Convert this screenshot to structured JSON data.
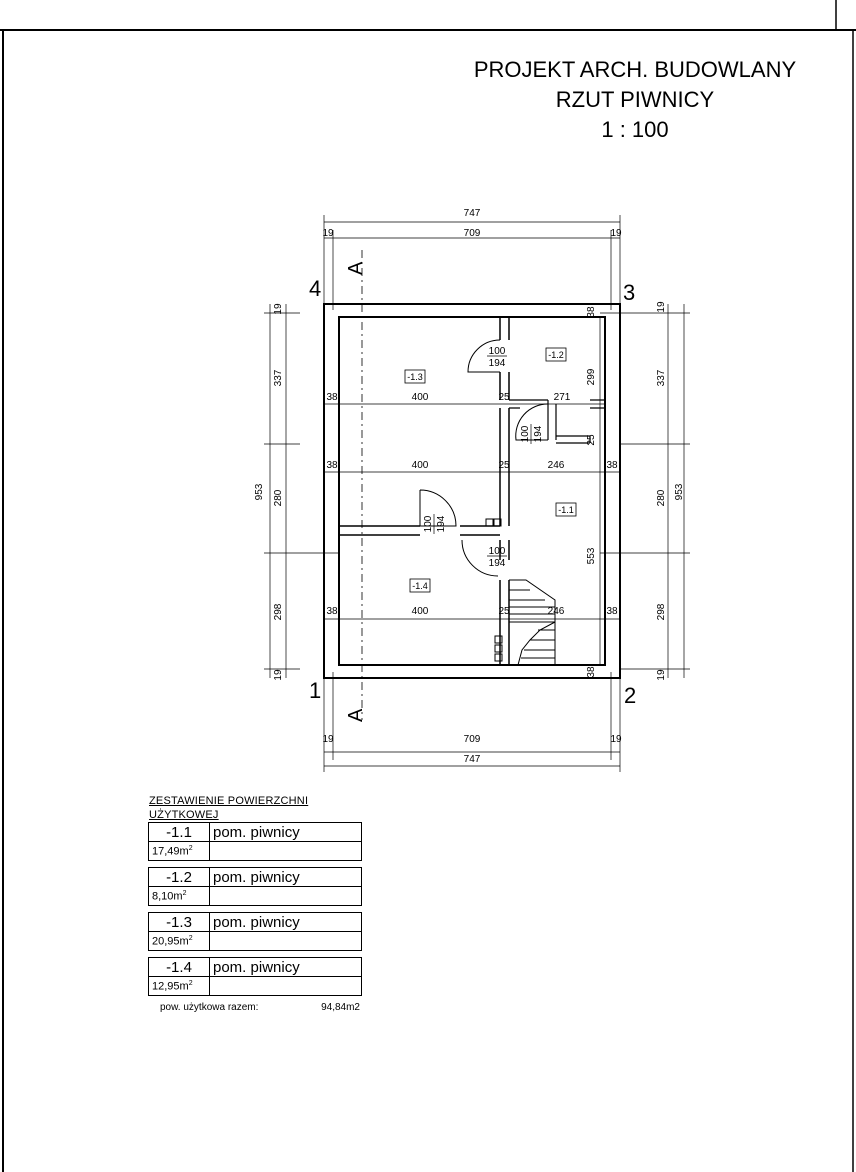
{
  "title": {
    "line1": "PROJEKT ARCH. BUDOWLANY",
    "line2": "RZUT PIWNICY",
    "scale": "1 : 100"
  },
  "grid_axes": {
    "a1": "1",
    "a2": "2",
    "a3": "3",
    "a4": "4"
  },
  "section_marks": {
    "top": "A",
    "bottom": "A"
  },
  "dimensions": {
    "top_total": "747",
    "top_inner": "709",
    "top_left": "19",
    "top_right": "19",
    "bottom_total": "747",
    "bottom_inner": "709",
    "bottom_left": "19",
    "bottom_right": "19",
    "left_total": "953",
    "left_top": "19",
    "left_a": "337",
    "left_b": "280",
    "left_c": "298",
    "left_bottom": "19",
    "right_total": "953",
    "right_top": "19",
    "right_a": "337",
    "right_b": "280",
    "right_c": "298",
    "right_bottom": "19",
    "row1_l": "38",
    "row1_m": "400",
    "row1_w": "25",
    "row1_r": "271",
    "row2_l": "38",
    "row2_m": "400",
    "row2_w": "25",
    "row2_r": "246",
    "row2_rr": "38",
    "row3_l": "38",
    "row3_m": "400",
    "row3_w": "25",
    "row3_r": "246",
    "row3_rr": "38",
    "v_299": "299",
    "v_553": "553",
    "v_38a": "38",
    "v_38b": "38",
    "v_25": "25"
  },
  "doors": [
    {
      "w": "100",
      "h": "194"
    },
    {
      "w": "100",
      "h": "194"
    },
    {
      "w": "100",
      "h": "194"
    },
    {
      "w": "100",
      "h": "194"
    }
  ],
  "room_tags": {
    "r11": "-1.1",
    "r12": "-1.2",
    "r13": "-1.3",
    "r14": "-1.4"
  },
  "schedule": {
    "heading": "ZESTAWIENIE POWIERZCHNI UŻYTKOWEJ",
    "rooms": [
      {
        "number": "-1.1",
        "name": "pom. piwnicy",
        "area": "17,49m",
        "unit_exp": "2"
      },
      {
        "number": "-1.2",
        "name": "pom. piwnicy",
        "area": "8,10m",
        "unit_exp": "2"
      },
      {
        "number": "-1.3",
        "name": "pom. piwnicy",
        "area": "20,95m",
        "unit_exp": "2"
      },
      {
        "number": "-1.4",
        "name": "pom. piwnicy",
        "area": "12,95m",
        "unit_exp": "2"
      }
    ],
    "total_label": "pow. użytkowa razem:",
    "total_value": "94,84m2"
  }
}
